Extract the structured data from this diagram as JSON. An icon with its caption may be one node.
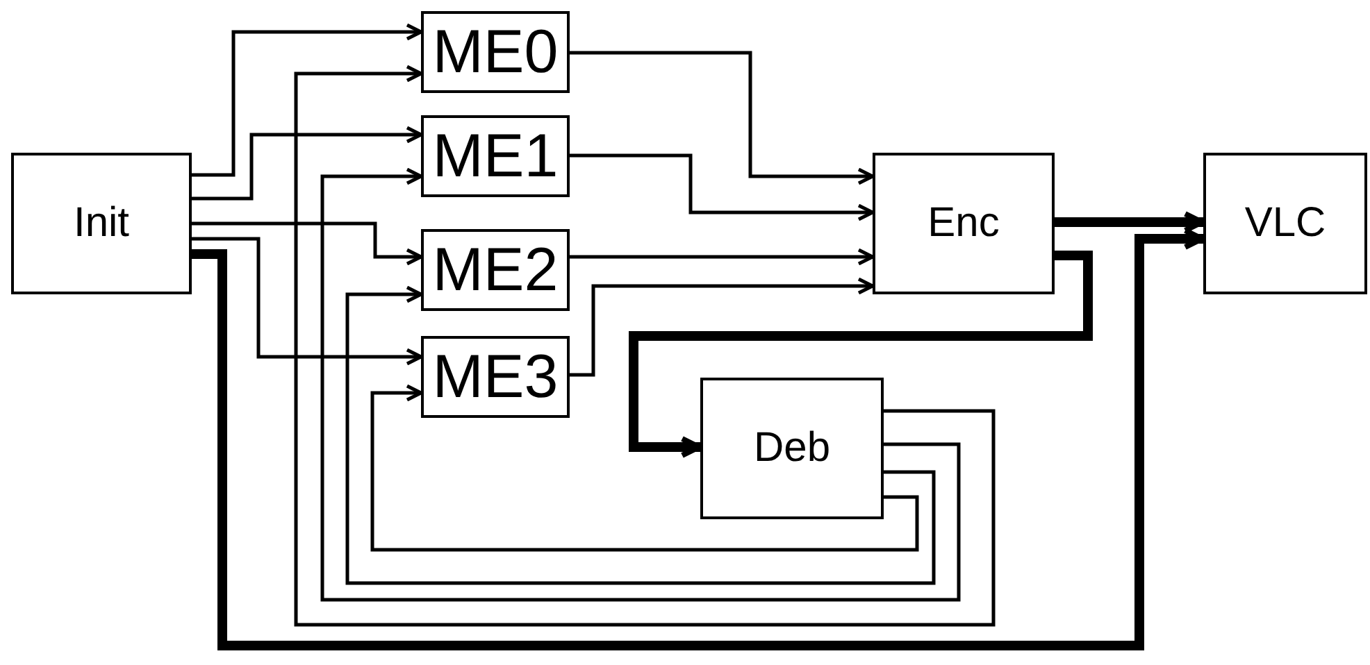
{
  "diagram": {
    "nodes": [
      {
        "text": [
          "Init"
        ]
      },
      {
        "text": [
          "ME0"
        ]
      },
      {
        "text": [
          "ME1"
        ]
      },
      {
        "text": [
          "ME2"
        ]
      },
      {
        "text": [
          "ME3"
        ]
      },
      {
        "text": [
          "Enc"
        ]
      },
      {
        "text": [
          "VLC"
        ]
      },
      {
        "text": [
          "Deb"
        ]
      }
    ],
    "edges": [
      {
        "from": 0,
        "to": 1,
        "arrow": "to"
      },
      {
        "from": 0,
        "to": 2,
        "arrow": "to"
      },
      {
        "from": 0,
        "to": 3,
        "arrow": "to"
      },
      {
        "from": 0,
        "to": 4,
        "arrow": "to"
      },
      {
        "from": 0,
        "to": 6,
        "arrow": "to",
        "style": "thick"
      },
      {
        "from": 1,
        "to": 5,
        "arrow": "to"
      },
      {
        "from": 2,
        "to": 5,
        "arrow": "to"
      },
      {
        "from": 3,
        "to": 5,
        "arrow": "to"
      },
      {
        "from": 4,
        "to": 5,
        "arrow": "to"
      },
      {
        "from": 5,
        "to": 6,
        "arrow": "to",
        "style": "thick"
      },
      {
        "from": 5,
        "to": 7,
        "arrow": "to",
        "style": "thick"
      },
      {
        "from": 7,
        "to": 1,
        "arrow": "to"
      },
      {
        "from": 7,
        "to": 2,
        "arrow": "to"
      },
      {
        "from": 7,
        "to": 3,
        "arrow": "to"
      },
      {
        "from": 7,
        "to": 4,
        "arrow": "to"
      }
    ]
  }
}
